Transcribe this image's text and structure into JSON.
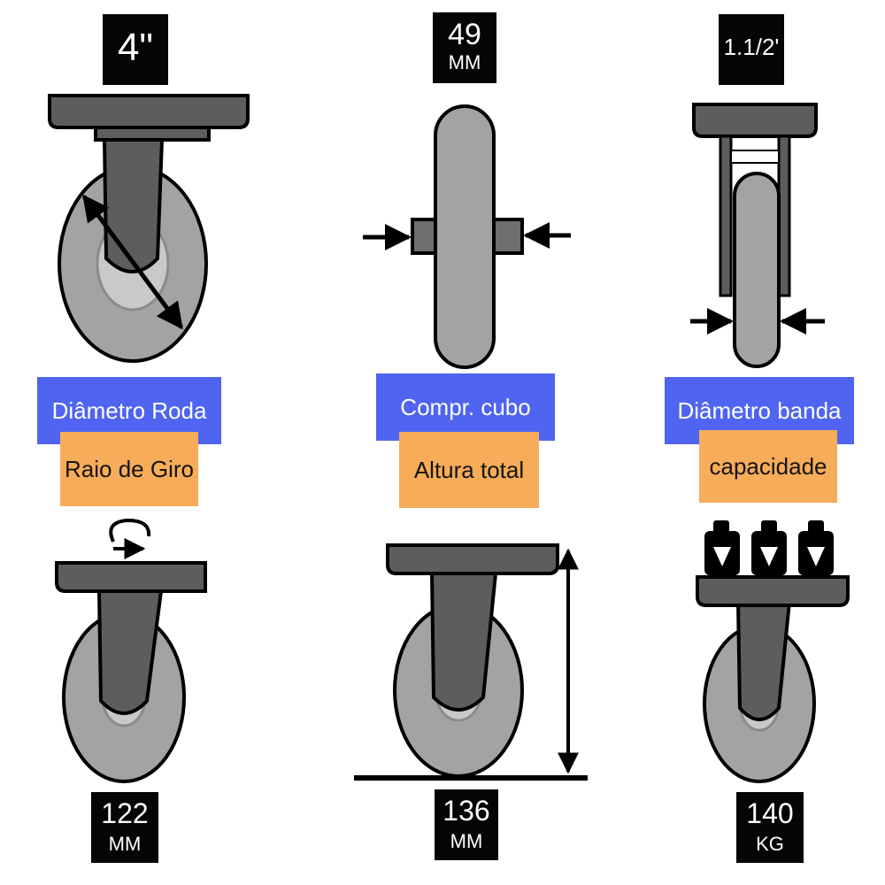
{
  "specs": {
    "wheel_diameter": {
      "value": "4\"",
      "label": "Diâmetro Roda"
    },
    "hub_length": {
      "value": "49",
      "unit": "MM",
      "label": "Compr. cubo"
    },
    "band_diameter": {
      "value": "1.1/2'",
      "label": "Diâmetro banda"
    },
    "swivel_radius": {
      "value": "122",
      "unit": "MM",
      "label": "Raio de Giro"
    },
    "total_height": {
      "value": "136",
      "unit": "MM",
      "label": "Altura total"
    },
    "capacity": {
      "value": "140",
      "unit": "KG",
      "label": "capacidade"
    }
  },
  "colors": {
    "label_blue": "#4f64f0",
    "label_orange": "#f7ac59",
    "caster_dark": "#5d5d5d",
    "wheel_gray": "#a3a3a3",
    "value_box": "#050505"
  }
}
